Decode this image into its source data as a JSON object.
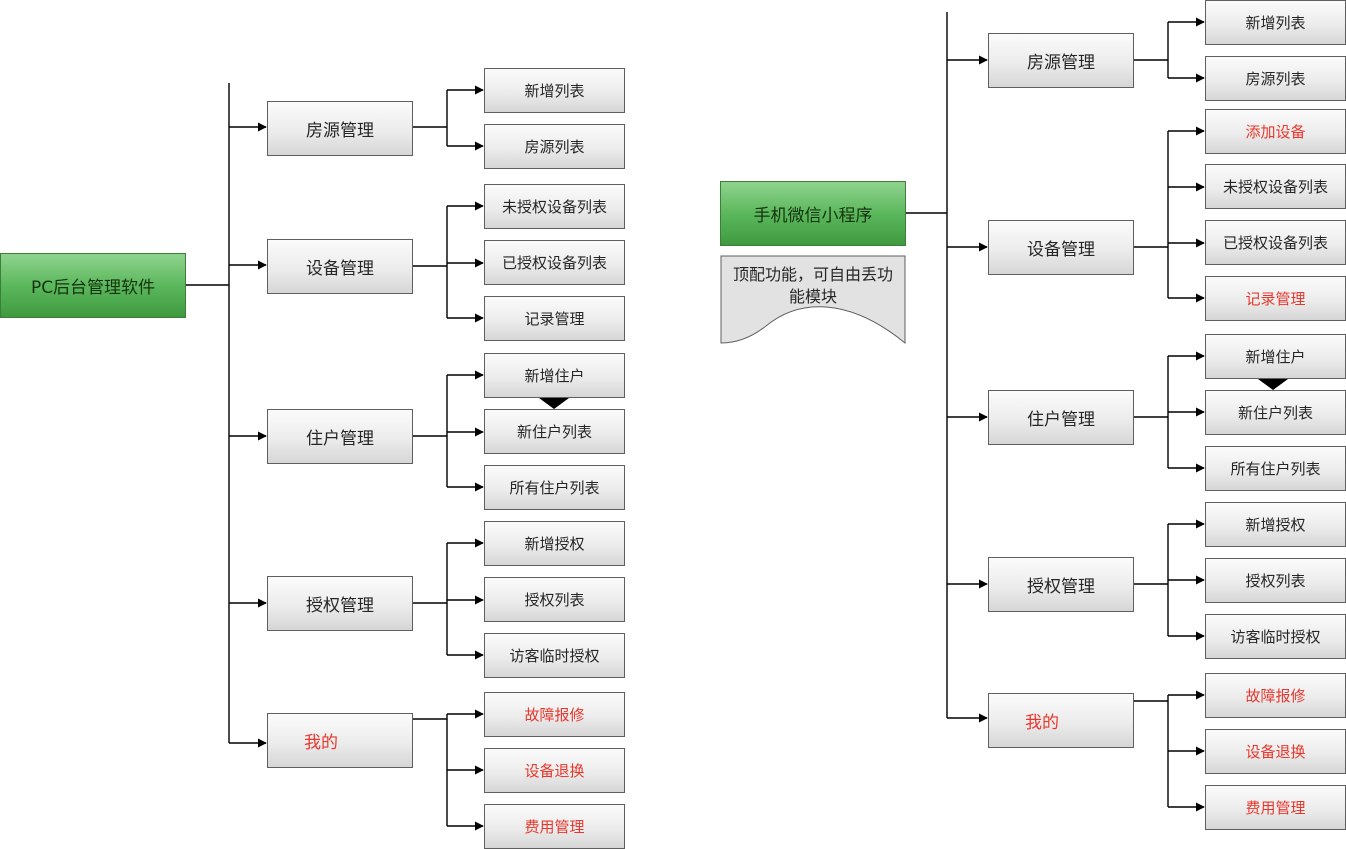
{
  "colors": {
    "highlight_text": "#e8382e",
    "root_fill": "#5cb85c",
    "node_fill": "#e6e6e6",
    "line": "#000000"
  },
  "pc": {
    "title": "PC后台管理软件",
    "modules": [
      {
        "label": "房源管理",
        "items": [
          {
            "label": "新增列表"
          },
          {
            "label": "房源列表"
          }
        ]
      },
      {
        "label": "设备管理",
        "items": [
          {
            "label": "未授权设备列表"
          },
          {
            "label": "已授权设备列表"
          },
          {
            "label": "记录管理"
          }
        ]
      },
      {
        "label": "住户管理",
        "items": [
          {
            "label": "新增住户"
          },
          {
            "label": "新住户列表"
          },
          {
            "label": "所有住户列表"
          }
        ]
      },
      {
        "label": "授权管理",
        "items": [
          {
            "label": "新增授权"
          },
          {
            "label": "授权列表"
          },
          {
            "label": "访客临时授权"
          }
        ]
      },
      {
        "label": "我的",
        "highlight": true,
        "items": [
          {
            "label": "故障报修",
            "highlight": true
          },
          {
            "label": "设备退换",
            "highlight": true
          },
          {
            "label": "费用管理",
            "highlight": true
          }
        ]
      }
    ]
  },
  "wechat": {
    "title": "手机微信小程序",
    "note": "顶配功能，可自由丢功能模块",
    "modules": [
      {
        "label": "房源管理",
        "items": [
          {
            "label": "新增列表"
          },
          {
            "label": "房源列表"
          }
        ]
      },
      {
        "label": "设备管理",
        "items": [
          {
            "label": "添加设备",
            "highlight": true
          },
          {
            "label": "未授权设备列表"
          },
          {
            "label": "已授权设备列表"
          },
          {
            "label": "记录管理",
            "highlight": true
          }
        ]
      },
      {
        "label": "住户管理",
        "items": [
          {
            "label": "新增住户"
          },
          {
            "label": "新住户列表"
          },
          {
            "label": "所有住户列表"
          }
        ]
      },
      {
        "label": "授权管理",
        "items": [
          {
            "label": "新增授权"
          },
          {
            "label": "授权列表"
          },
          {
            "label": "访客临时授权"
          }
        ]
      },
      {
        "label": "我的",
        "highlight": true,
        "items": [
          {
            "label": "故障报修",
            "highlight": true
          },
          {
            "label": "设备退换",
            "highlight": true
          },
          {
            "label": "费用管理",
            "highlight": true
          }
        ]
      }
    ]
  }
}
